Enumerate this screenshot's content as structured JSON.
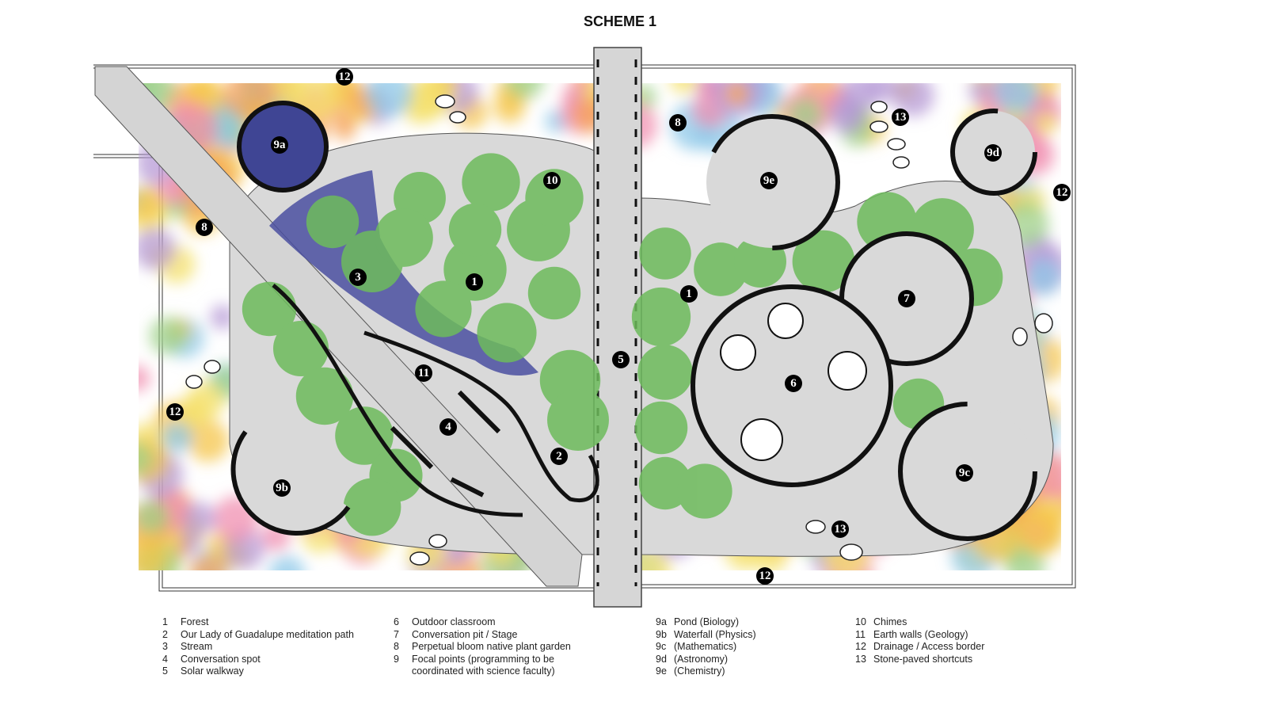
{
  "title": "SCHEME 1",
  "markers": [
    "12",
    "9a",
    "8",
    "3",
    "1",
    "10",
    "11",
    "4",
    "2",
    "9b",
    "12",
    "5",
    "8",
    "9e",
    "13",
    "9d",
    "12",
    "1",
    "7",
    "6",
    "9c",
    "13",
    "12"
  ],
  "colors": {
    "path": "#d8d8d8",
    "forest": "#6dbb5c",
    "pond": "#3a3f8f",
    "outline": "#111111"
  },
  "legend": [
    [
      {
        "n": "1",
        "t": "Forest"
      },
      {
        "n": "2",
        "t": "Our Lady of Guadalupe meditation path"
      },
      {
        "n": "3",
        "t": "Stream"
      },
      {
        "n": "4",
        "t": "Conversation spot"
      },
      {
        "n": "5",
        "t": "Solar walkway"
      }
    ],
    [
      {
        "n": "6",
        "t": "Outdoor classroom"
      },
      {
        "n": "7",
        "t": "Conversation pit / Stage"
      },
      {
        "n": "8",
        "t": "Perpetual bloom native plant garden"
      },
      {
        "n": "9",
        "t": "Focal points (programming to be"
      },
      {
        "n": "",
        "t": "coordinated with science faculty)"
      }
    ],
    [
      {
        "n": "9a",
        "t": "Pond (Biology)"
      },
      {
        "n": "9b",
        "t": "Waterfall (Physics)"
      },
      {
        "n": "9c",
        "t": "(Mathematics)"
      },
      {
        "n": "9d",
        "t": "(Astronomy)"
      },
      {
        "n": "9e",
        "t": "(Chemistry)"
      }
    ],
    [
      {
        "n": "10",
        "t": "Chimes"
      },
      {
        "n": "11",
        "t": "Earth walls (Geology)"
      },
      {
        "n": "12",
        "t": "Drainage / Access border"
      },
      {
        "n": "13",
        "t": "Stone-paved shortcuts"
      }
    ]
  ]
}
